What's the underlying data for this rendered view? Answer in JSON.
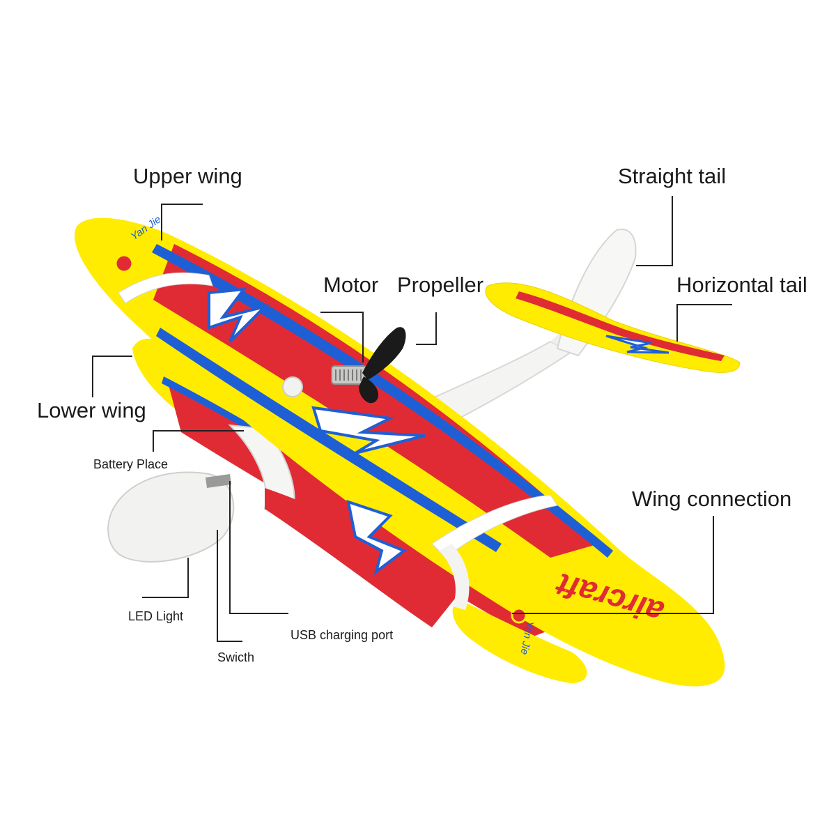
{
  "labels": {
    "upper_wing": "Upper wing",
    "straight_tail": "Straight tail",
    "motor": "Motor",
    "propeller": "Propeller",
    "horizontal_tail": "Horizontal tail",
    "lower_wing": "Lower wing",
    "battery_place": "Battery Place",
    "wing_connection": "Wing connection",
    "led_light": "LED Light",
    "usb_charging_port": "USB charging port",
    "switch": "Swicth"
  },
  "printed_on_plane": {
    "wing_text": "aircraft",
    "brand": "Yan Jie"
  },
  "colors": {
    "red": "#e02b34",
    "yellow": "#ffec00",
    "blue": "#1f5fd6",
    "foam_white": "#f4f4f2",
    "propeller": "#1a1a1a"
  }
}
